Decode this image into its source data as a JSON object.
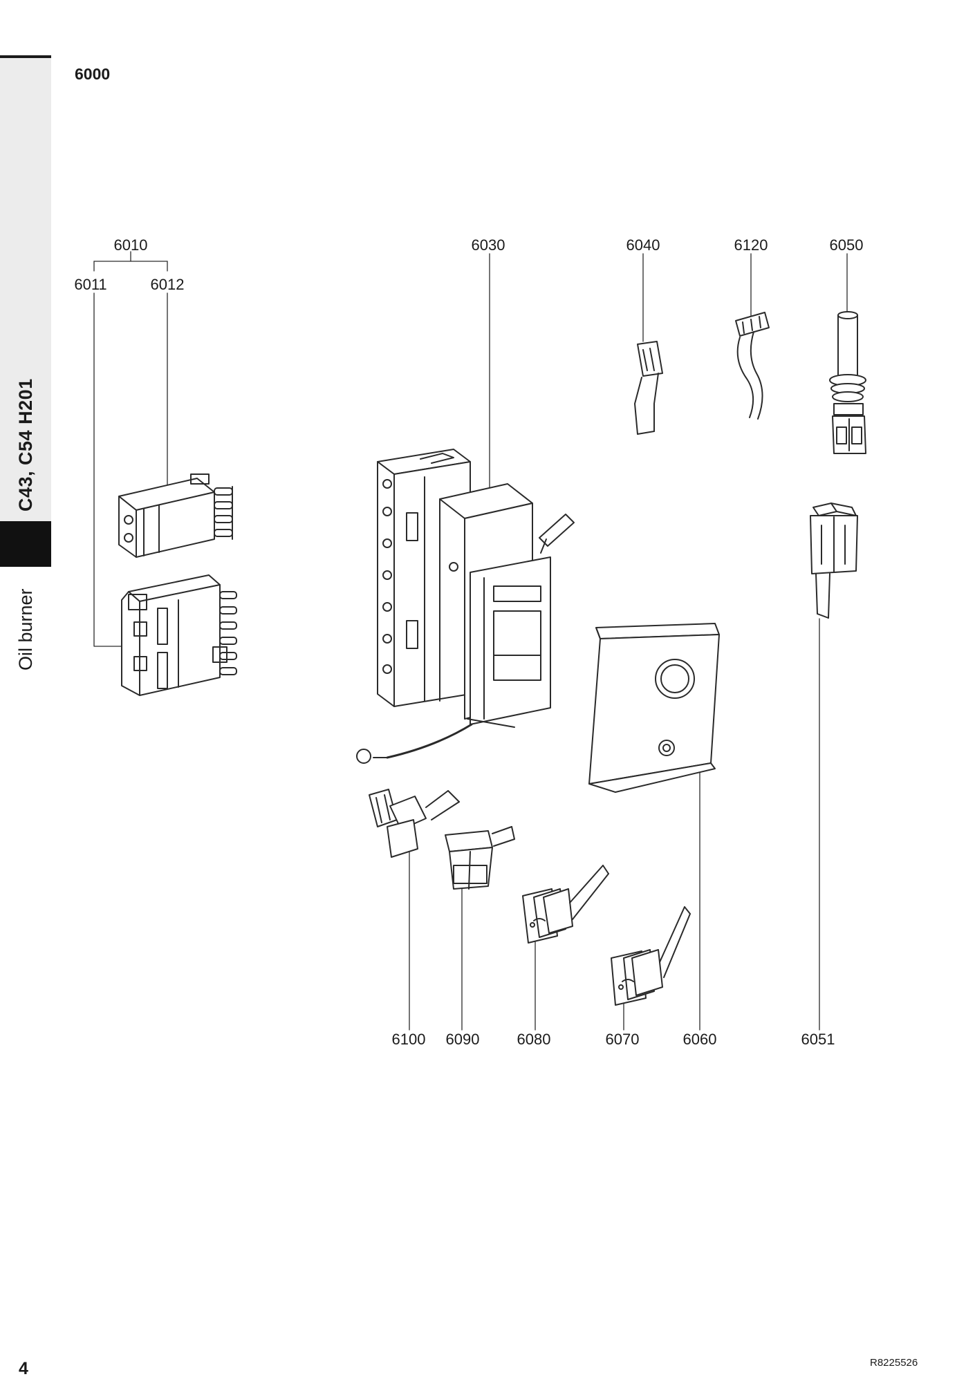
{
  "sidebar": {
    "model": "C43, C54 H201",
    "category": "Oil burner"
  },
  "section_number": "6000",
  "part_numbers": {
    "p6010": "6010",
    "p6011": "6011",
    "p6012": "6012",
    "p6030": "6030",
    "p6040": "6040",
    "p6120": "6120",
    "p6050": "6050",
    "p6100": "6100",
    "p6090": "6090",
    "p6080": "6080",
    "p6070": "6070",
    "p6060": "6060",
    "p6051": "6051"
  },
  "footer": {
    "page_number": "4",
    "document_reference": "R8225526"
  }
}
